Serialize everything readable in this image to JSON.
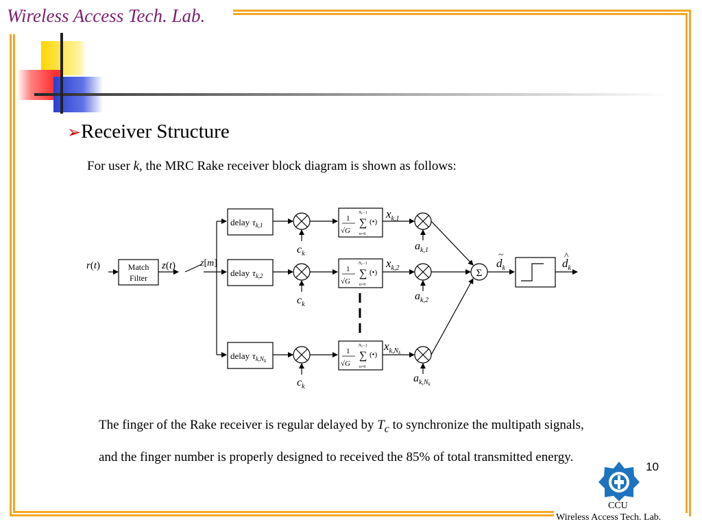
{
  "header": {
    "lab_title": "Wireless Access Tech. Lab."
  },
  "slide": {
    "heading_bullet": "➢",
    "heading": "Receiver Structure",
    "intro_prefix": "For user ",
    "intro_var": "k,",
    "intro_suffix": " the MRC Rake receiver block diagram is shown as follows:",
    "body_part1": "The finger of the Rake receiver is regular delayed by ",
    "body_var_main": "T",
    "body_var_sub": "c",
    "body_part2": " to synchronize the multipath signals, and the finger number is properly designed to received the 85% of total transmitted energy.",
    "page_number": "10"
  },
  "diagram": {
    "input": {
      "name": "r",
      "arg": "t"
    },
    "match_filter": {
      "line1": "Match",
      "line2": "Filter"
    },
    "filter_output": {
      "name": "z",
      "arg": "t"
    },
    "sampled": {
      "name": "z",
      "arg": "m"
    },
    "fingers": [
      {
        "delay_label": "delay",
        "delay_sym": "τ",
        "delay_sub": "k,1",
        "code_main": "c",
        "code_sub": "k",
        "x_main": "x",
        "x_sub": "k,1",
        "a_main": "a",
        "a_sub": "k,1"
      },
      {
        "delay_label": "delay",
        "delay_sym": "τ",
        "delay_sub": "k,2",
        "code_main": "c",
        "code_sub": "k",
        "x_main": "x",
        "x_sub": "k,2",
        "a_main": "a",
        "a_sub": "k,2"
      },
      {
        "delay_label": "delay",
        "delay_sym": "τ",
        "delay_sub": "k,N",
        "delay_subsub": "k",
        "code_main": "c",
        "code_sub": "k",
        "x_main": "x",
        "x_sub": "k,N",
        "x_subsub": "k",
        "a_main": "a",
        "a_sub": "k,N",
        "a_subsub": "k"
      }
    ],
    "accumulator": {
      "num": "1",
      "den": "G",
      "upper": "N",
      "upper_sub": "c",
      "upper_rest": "−1",
      "lower": "n=0",
      "arg": "(•)"
    },
    "combiner": "Σ",
    "combined": {
      "main": "d",
      "accent": "~",
      "sub": "k"
    },
    "decision": {
      "main": "d",
      "accent": "^",
      "sub": "k"
    }
  },
  "footer": {
    "university": "CCU",
    "lab": "Wireless Access Tech. Lab."
  },
  "colors": {
    "frame": "#f5a623",
    "lab_title": "#7a1f6e",
    "bullet": "#cc0000",
    "logo": "#1e73be",
    "sq_yellow": "#ffd700",
    "sq_red": "#ff4d4d",
    "sq_blue": "#2a3fcf"
  }
}
